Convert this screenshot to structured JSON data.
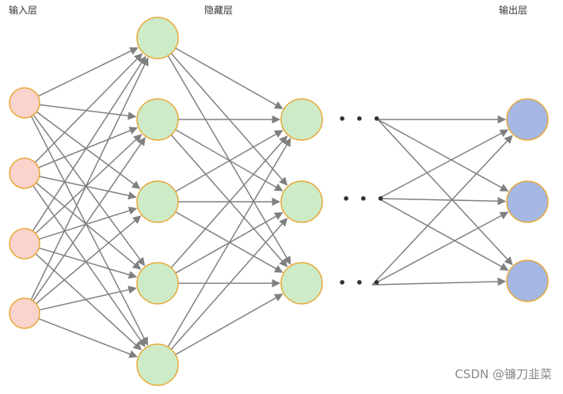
{
  "labels": {
    "input_layer": "输入层",
    "hidden_layer": "隐藏层",
    "output_layer": "输出层",
    "ellipsis": "• • •",
    "watermark": "CSDN @镰刀韭菜"
  },
  "network": {
    "input_nodes": 4,
    "hidden_columns": [
      5,
      3
    ],
    "output_nodes": 3,
    "colors": {
      "input_fill": "#f9d3cc",
      "hidden_fill": "#cdebc6",
      "output_fill": "#a4b8e3",
      "node_stroke": "#e8a838",
      "edge": "#808080"
    }
  }
}
